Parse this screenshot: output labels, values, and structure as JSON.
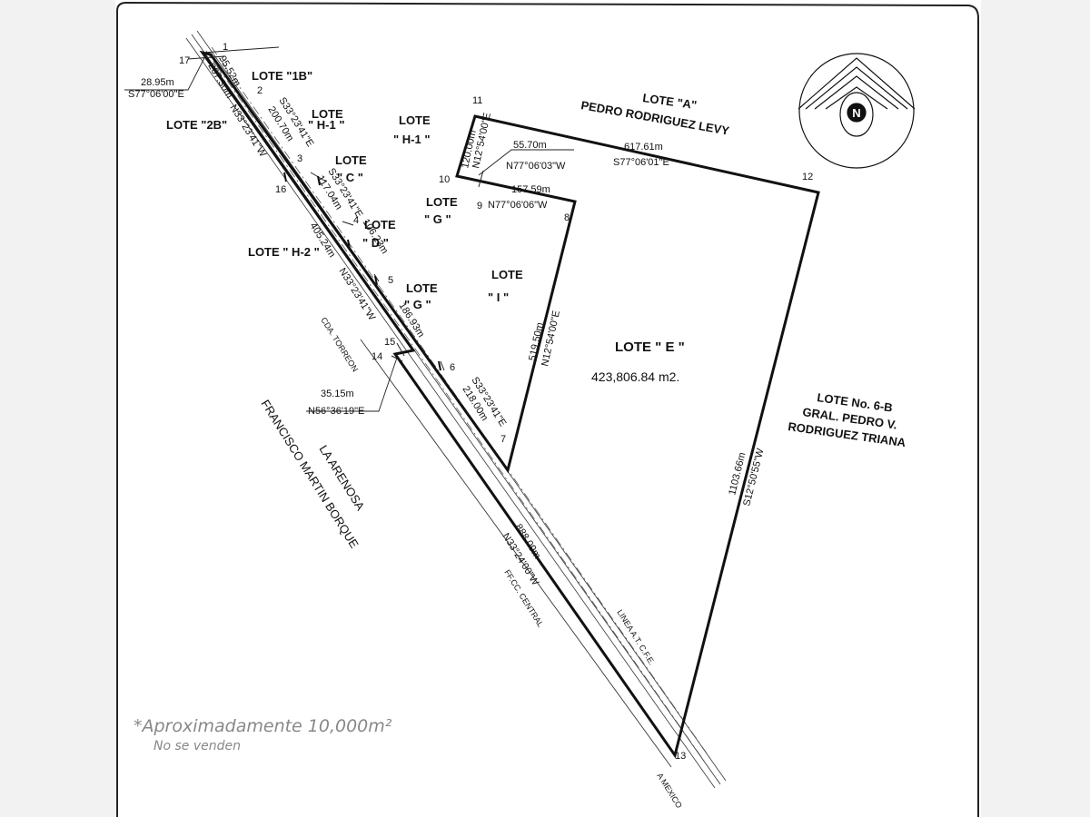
{
  "plan": {
    "lots": [
      {
        "id": "lote-1b",
        "lines": [
          "LOTE \"1B\""
        ]
      },
      {
        "id": "lote-2b",
        "lines": [
          "LOTE \"2B\""
        ]
      },
      {
        "id": "lote-h1-a",
        "lines": [
          "LOTE",
          "\" H-1 \""
        ]
      },
      {
        "id": "lote-h1-b",
        "lines": [
          "LOTE",
          "\" H-1 \""
        ]
      },
      {
        "id": "lote-c",
        "lines": [
          "LOTE",
          "\" C \""
        ]
      },
      {
        "id": "lote-g-a",
        "lines": [
          "LOTE",
          "\" G \""
        ]
      },
      {
        "id": "lote-d",
        "lines": [
          "LOTE",
          "\" D \""
        ]
      },
      {
        "id": "lote-h2",
        "lines": [
          "LOTE \" H-2 \""
        ]
      },
      {
        "id": "lote-g-b",
        "lines": [
          "LOTE",
          "\" G \""
        ]
      },
      {
        "id": "lote-i",
        "lines": [
          "LOTE",
          "\" I \""
        ]
      },
      {
        "id": "lote-a",
        "lines": [
          "LOTE \"A\"",
          "PEDRO RODRIGUEZ LEVY"
        ]
      },
      {
        "id": "lote-e",
        "lines": [
          "LOTE \" E \"",
          "423,806.84 m2."
        ]
      },
      {
        "id": "lote-6b",
        "lines": [
          "LOTE No. 6-B",
          "GRAL. PEDRO V.",
          "RODRIGUEZ TRIANA"
        ]
      },
      {
        "id": "la-arenosa",
        "lines": [
          "LA ARENOSA",
          "FRANCISCO MARTIN BORQUE"
        ]
      }
    ],
    "vertices": [
      "1",
      "2",
      "3",
      "4",
      "5",
      "6",
      "7",
      "8",
      "9",
      "10",
      "11",
      "12",
      "13",
      "14",
      "15",
      "16",
      "17"
    ],
    "measurements": {
      "m_28_95": "28.95m",
      "b_s77_06_00": "S77°06'00\"E",
      "m_95_52": "95.52m",
      "m_267_30": "267.30m",
      "b_n33_23_41_a": "N33°23'41\"W",
      "b_s33_23_41_a": "S33°23'41\"E",
      "m_200_70": "200.70m",
      "m_117_04": "117.04m",
      "b_s33_23_41_b": "S33°23'41\"E",
      "m_106_23": "106.23m",
      "m_405_24": "405.24m",
      "b_n33_23_41_b": "N33°23'41\"W",
      "m_186_93": "186.93m",
      "b_s33_23_41_c": "S33°23'41\"E",
      "m_218_00": "218.00m",
      "m_120_00": "120.00m",
      "b_n12_54_00_a": "N12°54'00\"E",
      "m_55_70": "55.70m",
      "b_n77_06_03": "N77°06'03\"W",
      "m_157_59": "157.59m",
      "b_n77_06_06": "N77°06'06\"W",
      "m_519_50": "519.50m",
      "b_n12_54_00_b": "N12°54'00\"E",
      "m_617_61": "617.61m",
      "b_s77_06_01": "S77°06'01\"E",
      "m_1103_66": "1103.66m",
      "b_s12_50_55": "S12°50'55\"W",
      "m_35_15": "35.15m",
      "b_n56_36_19": "N56°36'19\"E",
      "m_888_09": "888.09m",
      "b_n33_24_00": "N33°24'00\"W"
    },
    "roads": {
      "torreon": "CDA. TORREON",
      "cfe": "LINEA A.T. C.F.E.",
      "ffcc": "FF.CC. CENTRAL",
      "mexico": "A MEXICO"
    },
    "handwritten": {
      "line1": "*Aproximadamente 10,000m²",
      "line2": "No se venden"
    },
    "compass_letter": "N"
  }
}
